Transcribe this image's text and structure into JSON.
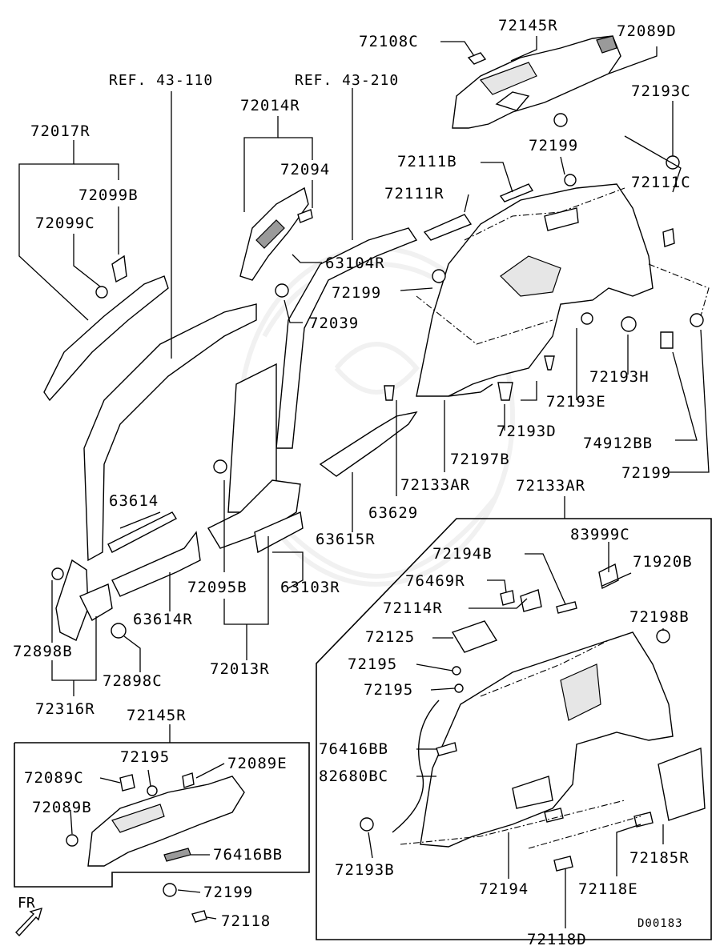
{
  "diagram_code": "D00183",
  "fr_label": "FR",
  "refs": [
    "REF. 43-110",
    "REF. 43-210"
  ],
  "labels": {
    "l72108C": "72108C",
    "l72145R_top": "72145R",
    "l72089D": "72089D",
    "l72193C": "72193C",
    "l72199_a": "72199",
    "l72111B": "72111B",
    "l72111C": "72111C",
    "l72111R": "72111R",
    "l72014R": "72014R",
    "l72094": "72094",
    "l72017R": "72017R",
    "l72099B": "72099B",
    "l72099C": "72099C",
    "l63104R": "63104R",
    "l72199_b": "72199",
    "l72039": "72039",
    "l72193H": "72193H",
    "l72193E": "72193E",
    "l72193D": "72193D",
    "l74912BB": "74912BB",
    "l72197B": "72197B",
    "l72199_c": "72199",
    "l72133AR_a": "72133AR",
    "l72133AR_b": "72133AR",
    "l63629": "63629",
    "l63615R": "63615R",
    "l63614": "63614",
    "l72095B": "72095B",
    "l63103R": "63103R",
    "l63614R": "63614R",
    "l72013R": "72013R",
    "l72898B": "72898B",
    "l72898C": "72898C",
    "l72316R": "72316R",
    "l72145R_bottom": "72145R",
    "l72195_a": "72195",
    "l72089C": "72089C",
    "l72089E": "72089E",
    "l72089B": "72089B",
    "l76416BB_a": "76416BB",
    "l72199_d": "72199",
    "l72118": "72118",
    "l83999C": "83999C",
    "l72194B": "72194B",
    "l71920B": "71920B",
    "l76469R": "76469R",
    "l72114R": "72114R",
    "l72198B": "72198B",
    "l72125": "72125",
    "l72195_b": "72195",
    "l72195_c": "72195",
    "l76416BB_b": "76416BB",
    "l82680BC": "82680BC",
    "l72193B": "72193B",
    "l72185R": "72185R",
    "l72194": "72194",
    "l72118E": "72118E",
    "l72118D": "72118D"
  }
}
